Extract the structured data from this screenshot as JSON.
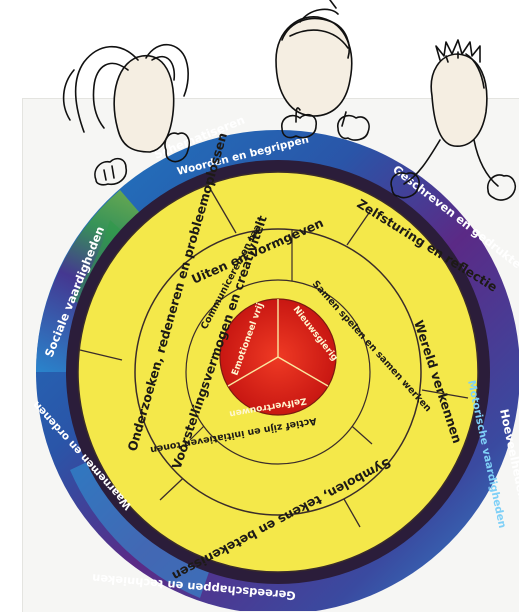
{
  "outer_ring": [
    "Schematiseren",
    "Woorden en begrippen",
    "Geschreven en gedrukte taal",
    "Hoeveelheden en bewerkingen",
    "Motorische vaardigheden",
    "Gereedschappen en technieken",
    "Waarnemen en ordenen",
    "Sociale vaardigheden"
  ],
  "middle_ring": [
    "Zelfsturing en reflectie",
    "Wereld verkennen",
    "Symbolen, tekens en betekenissen",
    "Voorstellingsvermogen en creativiteit",
    "Onderzoeken, redeneren en probleemoplossen",
    "Uiten en vormgeven"
  ],
  "inner_ring": [
    "Communiceren en taal",
    "Samen spelen en samen werken",
    "Actief zijn en initiatieven tonen"
  ],
  "core": [
    "Emotioneel vrij",
    "Nieuwsgierig",
    "Zelfvertrouwen"
  ],
  "colors": {
    "outer_blue": "#1e7cc4",
    "outer_purple": "#5b2a86",
    "outer_green": "#3a9a47",
    "yellow": "#f4e84a",
    "core_red": "#e4201b",
    "ring_dark": "#2b1d3a"
  }
}
